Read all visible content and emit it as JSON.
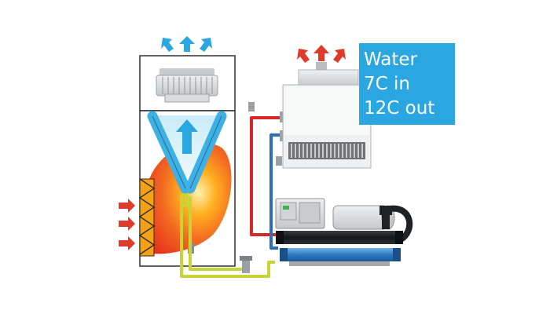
{
  "label": {
    "line1": "Water",
    "line2": "7C in",
    "line3": "12C out"
  },
  "colors": {
    "label_bg": "#2aa6e0",
    "hot_water_pipe": "#d9262b",
    "cold_water_pipe": "#2c6fb7",
    "condenser_pipe": "#c8d435",
    "air_outlet_arrow": "#2aa6e0",
    "warm_air_arrow": "#e03a2a",
    "heat_zone": "#f36b21",
    "cooling_cone": "#5ac3ea",
    "unit_grey": "#d6d8da"
  },
  "components": {
    "cooling_tower": "cooling-tower",
    "chiller_unit": "chiller-unit",
    "heat_exchanger": "heat-exchanger-tubes",
    "pump": "pump",
    "compressor": "compressor"
  }
}
